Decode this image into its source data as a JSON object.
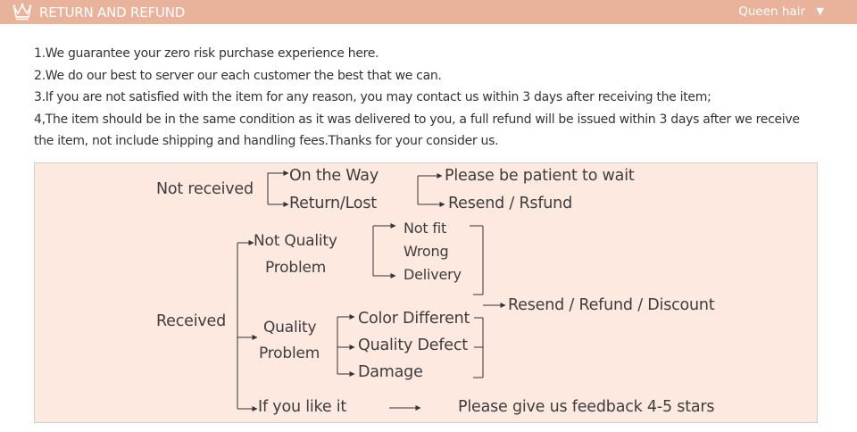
{
  "header": {
    "title": "RETURN AND REFUND",
    "brand": "Queen hair",
    "caret": "▼",
    "background": "#e9b29a"
  },
  "policy": [
    "1.We guarantee your zero risk purchase experience here.",
    "2.We do our best to server our each customer the best that we can.",
    "3.If you are not satisfied with the item for any reason, you may contact us within 3 days after receiving the item;",
    "4,The item should be in the same condition as it was delivered to you, a full refund will be issued within 3 days after we receive",
    "the item, not include shipping and handling fees.Thanks for your consider us."
  ],
  "flow": {
    "not_received": {
      "label": "Not received",
      "branches": [
        "On the Way",
        "Return/Lost"
      ],
      "outcomes": [
        "Please be patient to wait",
        "Resend / Rsfund"
      ]
    },
    "received": {
      "label": "Received",
      "not_quality": {
        "line1": "Not Quality",
        "line2": "Problem",
        "items": [
          "Not fit",
          "Wrong",
          "Delivery"
        ]
      },
      "quality": {
        "line1": "Quality",
        "line2": "Problem",
        "items": [
          "Color Different",
          "Quality Defect",
          "Damage"
        ]
      },
      "outcome": "Resend / Refund / Discount",
      "like": {
        "label": "If you like it",
        "outcome": "Please give us feedback 4-5 stars"
      }
    }
  },
  "colors": {
    "panel": "#fde9df",
    "text": "#3d3d3d",
    "line": "#333333"
  }
}
